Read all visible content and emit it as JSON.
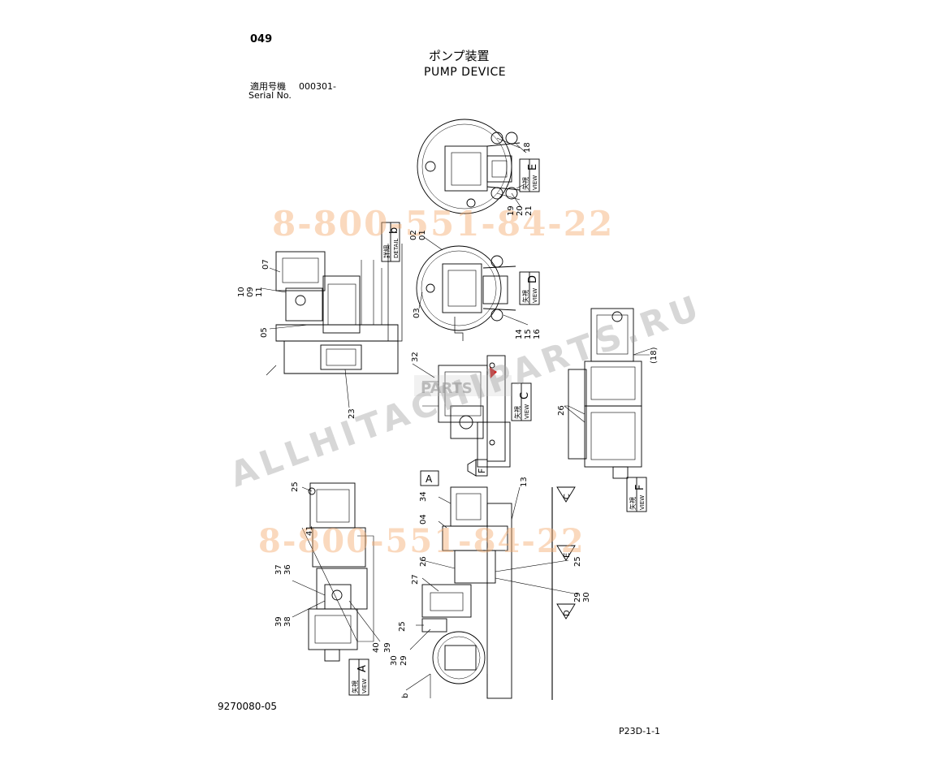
{
  "header": {
    "page_number": "049",
    "title_jp": "ポンプ装置",
    "title_en": "PUMP DEVICE",
    "serial_label_jp": "適用号機",
    "serial_value": "000301-",
    "serial_label_en": "Serial No."
  },
  "footer": {
    "drawing_number": "9270080-05",
    "page_code": "P23D-1-1"
  },
  "watermarks": {
    "phone": "8-800-551-84-22",
    "site": "ALLHITACHIPARTS.RU",
    "logo_text": "PARTS"
  },
  "view_labels": {
    "view_word": "VIEW",
    "view_jp": "矢視",
    "detail_word": "DETAIL",
    "detail_jp": "詳細",
    "a": "A",
    "b": "b",
    "c": "C",
    "d": "D",
    "e": "E",
    "f": "F"
  },
  "callouts": {
    "c18": "18",
    "c19": "19",
    "c20": "20",
    "c21": "21",
    "c01": "01",
    "c02": "02",
    "c03": "03",
    "c14": "14",
    "c15": "15",
    "c16": "16",
    "c07": "07",
    "c10": "10",
    "c09": "09",
    "c11": "11",
    "c05": "05",
    "c23": "23",
    "c32": "32",
    "c18p": "(18)",
    "c26a": "26",
    "c25a": "25",
    "c41": "41",
    "c37": "37",
    "c36": "36",
    "c39a": "39",
    "c38": "38",
    "c40": "40",
    "c39b": "39",
    "c34": "34",
    "c04": "04",
    "c13": "13",
    "c26b": "26",
    "c27": "27",
    "c25b": "25",
    "c25c": "25",
    "c29a": "29",
    "c30a": "30",
    "c30b": "30",
    "c29b": "29",
    "c_b": "b"
  },
  "colors": {
    "ink": "#000000",
    "watermark_phone": "#f5aa6e",
    "watermark_site": "#a0a0a0",
    "logo_red": "#d01818"
  }
}
